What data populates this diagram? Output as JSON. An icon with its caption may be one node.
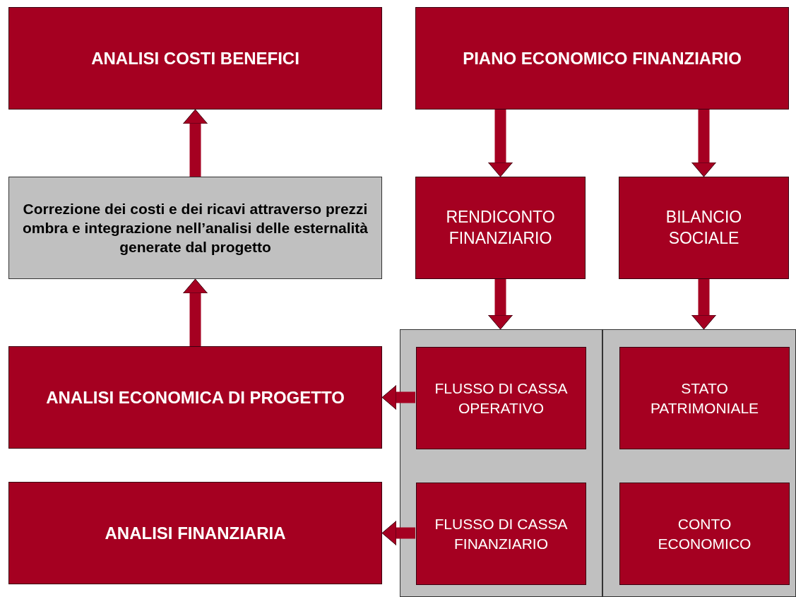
{
  "diagram": {
    "nodes": [
      {
        "text": [
          "ANALISI COSTI BENEFICI"
        ]
      },
      {
        "text": [
          "PIANO ECONOMICO FINANZIARIO"
        ]
      },
      {
        "text": [
          "Correzione dei costi e dei ricavi attraverso prezzi ombra e integrazione nell’analisi delle esternalità generate dal progetto"
        ]
      },
      {
        "text": [
          "RENDICONTO FINANZIARIO"
        ]
      },
      {
        "text": [
          "BILANCIO SOCIALE"
        ]
      },
      {
        "text": [],
        "shape": "box"
      },
      {
        "text": [],
        "shape": "box"
      },
      {
        "text": [
          "ANALISI ECONOMICA DI PROGETTO"
        ]
      },
      {
        "text": [
          "FLUSSO DI CASSA OPERATIVO"
        ],
        "in": 5
      },
      {
        "text": [
          "STATO PATRIMONIALE"
        ],
        "in": 6
      },
      {
        "text": [
          "ANALISI FINANZIARIA"
        ]
      },
      {
        "text": [
          "FLUSSO DI CASSA FINANZIARIO"
        ],
        "in": 5
      },
      {
        "text": [
          "CONTO ECONOMICO"
        ],
        "in": 6
      }
    ],
    "edges": [
      {
        "from": 2,
        "to": 0,
        "arrow": "to"
      },
      {
        "from": 1,
        "to": 3,
        "arrow": "to"
      },
      {
        "from": 1,
        "to": 4,
        "arrow": "to"
      },
      {
        "from": 7,
        "to": 2,
        "arrow": "to"
      },
      {
        "from": 3,
        "to": 5,
        "arrow": "to"
      },
      {
        "from": 4,
        "to": 6,
        "arrow": "to"
      },
      {
        "from": 8,
        "to": 7,
        "arrow": "to"
      },
      {
        "from": 11,
        "to": 10,
        "arrow": "to"
      }
    ]
  }
}
